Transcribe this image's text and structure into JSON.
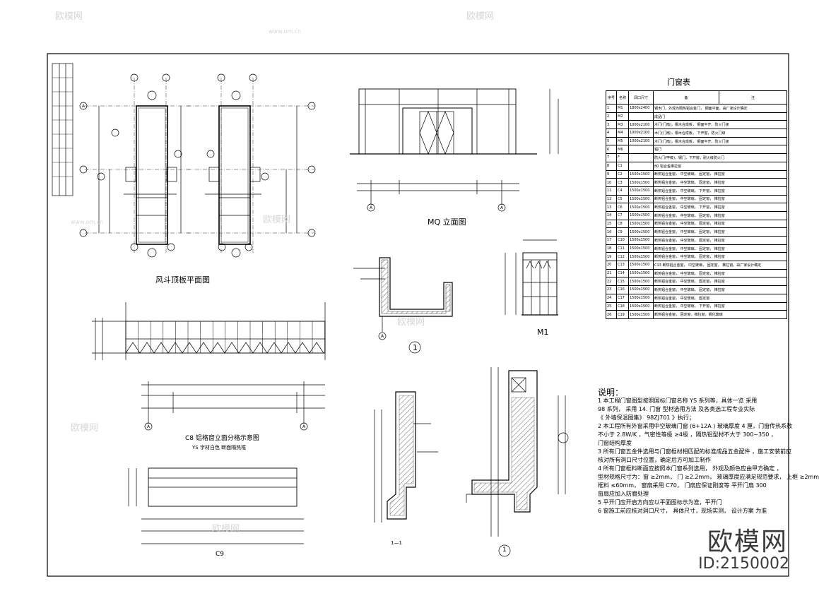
{
  "watermarks": {
    "brand": "欧模网",
    "site": "www.om.cn",
    "big": "欧模网",
    "id": "ID:2150002"
  },
  "drawings": {
    "plan_title": "风斗顶板平面图",
    "elevation_mq_title": "MQ 立面图",
    "detail_1_title": "1",
    "m1_title": "M1",
    "c8_title": "C8 铝格窗立面分格示意图",
    "c8_sub": "YS 字材白色 断面隔热框",
    "c9_title": "C9",
    "section_title": "1—1",
    "detail_1b_title": "1",
    "axis_a": "A"
  },
  "door_window_table": {
    "title": "门窗表",
    "header": [
      "序号",
      "名称",
      "洞口尺寸",
      "备",
      "注"
    ],
    "rows": [
      [
        "1",
        "M1",
        "1800x2400",
        "钢木门，外观为隔热铝合金门，  钢面平面，由厂家设计确定"
      ],
      [
        "2",
        "M2",
        "",
        "成品门"
      ],
      [
        "3",
        "M3",
        "1000x2100",
        "木门(门扇)，钢木合成板，  钢面平开，防火门级"
      ],
      [
        "4",
        "M4",
        "1000x2100",
        "木门(门扇)，钢木合成板，  下开窗，防火门级"
      ],
      [
        "5",
        "M5",
        "1000x2100",
        "木门(门扇)，钢木合成板，  钢面平开，防火门级"
      ],
      [
        "6",
        "M6",
        "",
        "铝门"
      ],
      [
        "7",
        "F",
        "",
        "防火门(甲级)，钢门，下开窗，耐火级防火门"
      ],
      [
        "8",
        "C1",
        "",
        "80 铝合金推拉窗"
      ],
      [
        "9",
        "C2",
        "1500x1500",
        "断热铝合金窗，  中空玻璃，  固定窗，  推拉窗"
      ],
      [
        "10",
        "C3",
        "1500x1500",
        "断热铝合金窗，  中空玻璃，  固定窗，  推拉窗"
      ],
      [
        "11",
        "C4",
        "1500x1500",
        "断热铝合金窗，  中空玻璃，  下开窗，  推拉窗"
      ],
      [
        "12",
        "C5",
        "1500x1500",
        "断热铝合金窗，  中空玻璃，  固定窗，  推拉窗"
      ],
      [
        "13",
        "C6",
        "1500x1500",
        "断热铝合金窗，  中空玻璃，  下开窗，  推拉窗"
      ],
      [
        "14",
        "C7",
        "1500x1500",
        "断热铝合金窗，  中空玻璃，  固定窗，  推拉窗"
      ],
      [
        "15",
        "C8",
        "1500x1500",
        "断热铝合金窗，  中空玻璃，  固定窗，  推拉窗"
      ],
      [
        "16",
        "C9",
        "1500x1500",
        "断热铝合金窗，  中空玻璃，  固定窗，  推拉窗"
      ],
      [
        "17",
        "C10",
        "1500x1500",
        "断热铝合金窗，  中空玻璃，  固定窗，  推拉窗"
      ],
      [
        "18",
        "C11",
        "1500x1500",
        "断热铝合金窗，  中空玻璃，  固定窗，  推拉窗"
      ],
      [
        "19",
        "C12",
        "1500x1500",
        "断热铝合金窗，  中空玻璃，  固定窗，  推拉窗"
      ],
      [
        "20",
        "C13",
        "1500x1500",
        "C13 断热铝合金窗，  中空玻璃，  固定窗，  推拉窗，由厂家设计确定"
      ],
      [
        "21",
        "C14",
        "1500x1500",
        "断热铝合金窗，  中空玻璃，  固定窗，  推拉窗"
      ],
      [
        "22",
        "C15",
        "1500x1500",
        "断热铝合金窗，  中空玻璃，  固定窗，  推拉窗"
      ],
      [
        "23",
        "C16",
        "1500x1500",
        "断热铝合金窗，  中空玻璃，  固定窗，  推拉窗"
      ],
      [
        "24",
        "C17",
        "1500x1500",
        "断热铝合金窗，  中空玻璃，  固定窗"
      ],
      [
        "25",
        "C18",
        "1500x1500",
        "断热铝合金窗，  中空玻璃，  下开窗，  推拉窗"
      ],
      [
        "26",
        "C19",
        "1500x1500",
        "断热铝合金窗，  固定窗，推拉窗，钢化玻璃"
      ]
    ]
  },
  "notes": {
    "head": "说明：",
    "items": [
      "1  本工程门窗图型按照国标门窗名称      YS 系列等，具体一览    采用",
      "   98 系列，  采用 14.  门窗 型材选用方法   及各类选工程专业实际",
      "   《 外墙保温图集》 98ZJ701   》执行；",
      "2  本工程所有外窗采用中空玻璃门窗       (6+12A  ) 玻璃厚度 4 厘，门窗传热系数",
      "   不小于 2.8W/K  ，气密性等级 ≥4级  ，隔热铝型材不大于   300~350  ，",
      "   门窗结构厚度",
      "3  所有门窗五金件选用与门窗框材相匹配的标准成品五金配件     ，施工安装前应",
      "   核对所有洞口尺寸位置，确定后方可加工制作",
      "4  所有门窗框料断面应按照本门窗系列选用，  外观及颜色应由甲方确定 ，",
      "   型材规格尺寸为：窗 ≥2mm，  门 ≥2.2mm，  玻璃厚度应满足规范要求，  上框 ≥2mm",
      "   框料 ≤60mm， 窗扇采用 C70， 门扇应保证刚度等   平开门扇   300",
      "   窗扇应加入防腐处理",
      "5  平开门应开启方向应以平面图标示为准，平开门",
      "6  窗施工前应核对洞口尺寸，  具体尺寸，现场实测，  设计方案 为准"
    ]
  }
}
